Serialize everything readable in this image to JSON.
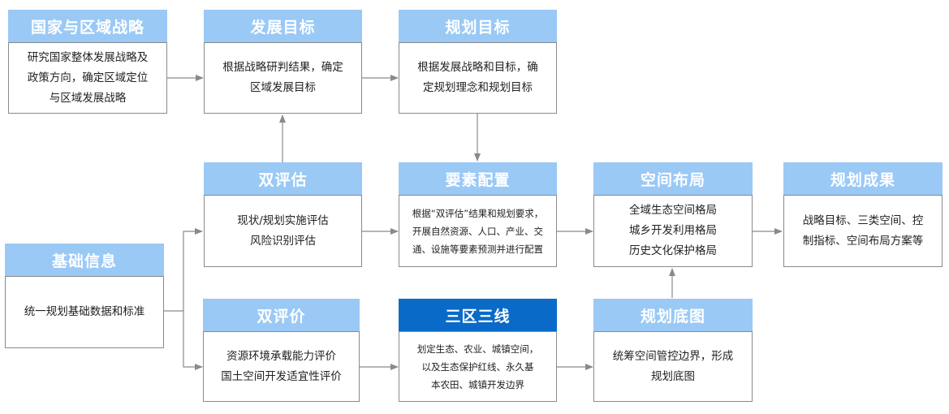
{
  "diagram": {
    "nodes": {
      "national": {
        "title": "国家与区域战略",
        "lines": [
          "研究国家整体发展战略及",
          "政策方向，确定区域定位",
          "与区域发展战略"
        ]
      },
      "dev_goal": {
        "title": "发展目标",
        "lines": [
          "根据战略研判结果，确定",
          "区域发展目标"
        ]
      },
      "plan_goal": {
        "title": "规划目标",
        "lines": [
          "根据发展战略和目标，确",
          "定规划理念和规划目标"
        ]
      },
      "dual_assess": {
        "title": "双评估",
        "lines": [
          "现状/规划实施评估",
          "风险识别评估"
        ]
      },
      "elements": {
        "title": "要素配置",
        "lines": [
          "根据“双评估”结果和规划要求，",
          "开展自然资源、人口、产业、交",
          "通、设施等要素预测并进行配置"
        ]
      },
      "spatial": {
        "title": "空间布局",
        "lines": [
          "全域生态空间格局",
          "城乡开发利用格局",
          "历史文化保护格局"
        ]
      },
      "results": {
        "title": "规划成果",
        "lines": [
          "战略目标、三类空间、控",
          "制指标、空间布局方案等"
        ]
      },
      "basic": {
        "title": "基础信息",
        "lines": [
          "统一规划基础数据和标准"
        ]
      },
      "dual_eval": {
        "title": "双评价",
        "lines": [
          "资源环境承载能力评价",
          "国土空间开发适宜性评价"
        ]
      },
      "three_zones": {
        "title": "三区三线",
        "lines": [
          "划定生态、农业、城镇空间，",
          "以及生态保护红线、永久基",
          "本农田、城镇开发边界"
        ]
      },
      "base_map": {
        "title": "规划底图",
        "lines": [
          "统筹空间管控边界，形成",
          "规划底图"
        ]
      }
    },
    "colors": {
      "header": "#9ac9f6",
      "header_highlight": "#0a6ac7",
      "border": "#8a8a8a",
      "arrow": "#8a8a8a"
    }
  }
}
